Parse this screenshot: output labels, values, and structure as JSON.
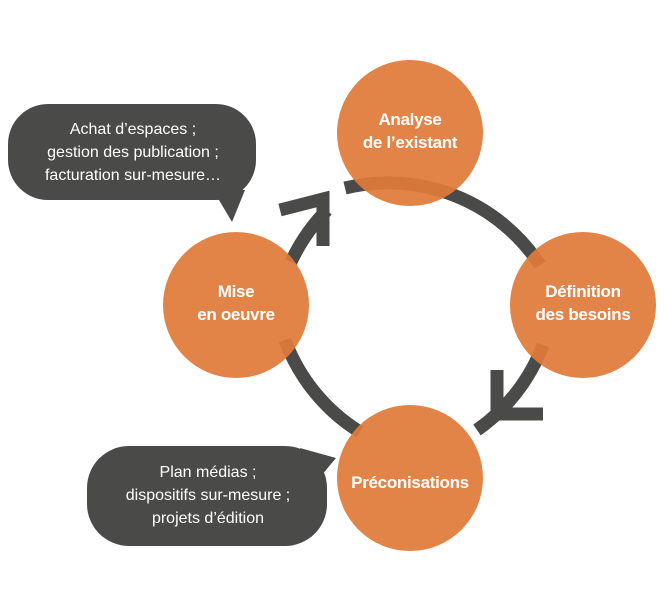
{
  "colors": {
    "circle": "#e07b39",
    "arrow": "#4a4a48",
    "bubble": "#4a4a48",
    "text": "#ffffff"
  },
  "nodes": {
    "analyse": {
      "line1": "Analyse",
      "line2": "de l’existant"
    },
    "definition": {
      "line1": "Définition",
      "line2": "des besoins"
    },
    "preconisations": {
      "line1": "Préconisations"
    },
    "mise": {
      "line1": "Mise",
      "line2": "en oeuvre"
    }
  },
  "bubbles": {
    "top": {
      "line1": "Achat d’espaces ;",
      "line2": "gestion des publication ;",
      "line3": "facturation sur-mesure…"
    },
    "bottom": {
      "line1": "Plan médias ;",
      "line2": "dispositifs sur-mesure ;",
      "line3": "projets d’édition"
    }
  }
}
